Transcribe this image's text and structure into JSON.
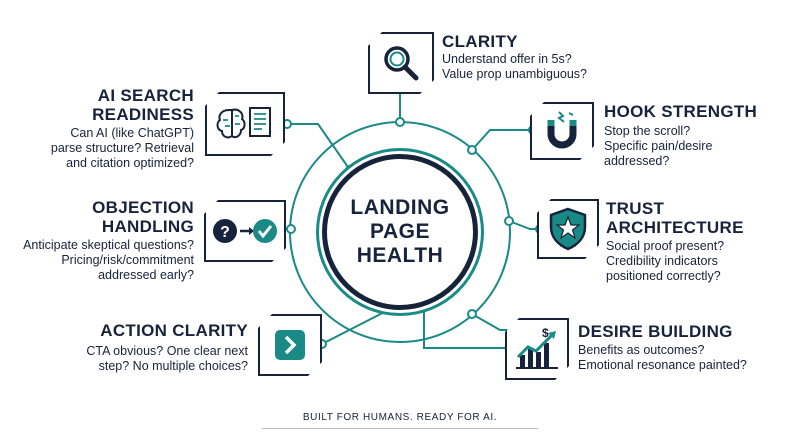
{
  "hub": {
    "title": "LANDING\nPAGE\nHEALTH"
  },
  "nodes": {
    "clarity": {
      "heading": "CLARITY",
      "description": "Understand offer in 5s?\nValue prop unambiguous?",
      "icon": "magnifier-icon"
    },
    "hook_strength": {
      "heading": "HOOK STRENGTH",
      "description": "Stop the scroll?\nSpecific pain/desire\naddressed?",
      "icon": "magnet-icon"
    },
    "trust_architecture": {
      "heading": "TRUST\nARCHITECTURE",
      "description": "Social proof present?\nCredibility indicators\npositioned correctly?",
      "icon": "shield-star-icon"
    },
    "desire_building": {
      "heading": "DESIRE BUILDING",
      "description": "Benefits as outcomes?\nEmotional resonance painted?",
      "icon": "growth-chart-icon"
    },
    "ai_search_readiness": {
      "heading": "AI SEARCH\nREADINESS",
      "description": "Can AI (like ChatGPT)\nparse structure? Retrieval\nand citation optimized?",
      "icon": "brain-document-icon"
    },
    "objection_handling": {
      "heading": "OBJECTION\nHANDLING",
      "description": "Anticipate skeptical questions?\nPricing/risk/commitment\naddressed early?",
      "icon": "question-to-check-icon"
    },
    "action_clarity": {
      "heading": "ACTION CLARITY",
      "description": "CTA obvious? One clear next\nstep? No multiple choices?",
      "icon": "arrow-button-icon"
    }
  },
  "footer": {
    "tagline": "BUILT FOR HUMANS. READY FOR AI."
  },
  "colors": {
    "navy": "#16233a",
    "teal": "#1a8a86"
  }
}
